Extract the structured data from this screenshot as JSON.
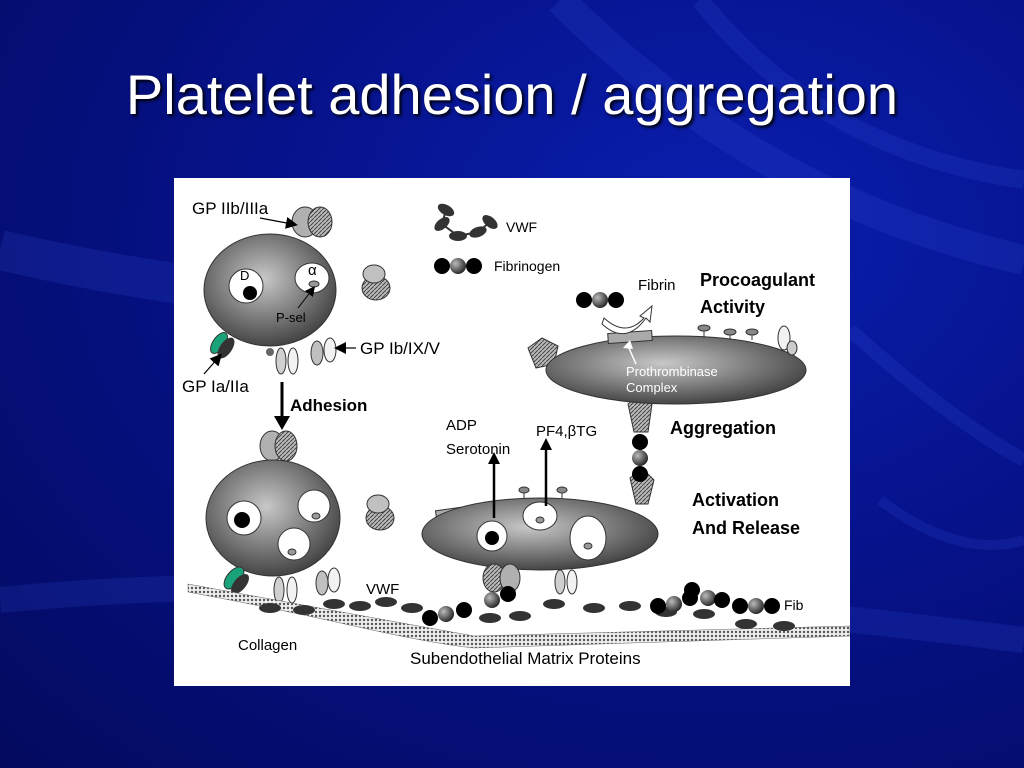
{
  "slide": {
    "title": "Platelet adhesion / aggregation"
  },
  "diagram": {
    "legend": {
      "vwf": "VWF",
      "fibrinogen": "Fibrinogen"
    },
    "labels": {
      "gp_iib_iiia": "GP IIb/IIIa",
      "dense_granule": "D",
      "alpha_granule": "α",
      "p_sel": "P-sel",
      "gp_ib_ix_v": "GP Ib/IX/V",
      "gp_ia_iia": "GP Ia/IIa",
      "adhesion": "Adhesion",
      "vwf_bottom": "VWF",
      "collagen": "Collagen",
      "subendothelial": "Subendothelial Matrix Proteins",
      "adp": "ADP",
      "serotonin": "Serotonin",
      "pf4": "PF4,βTG",
      "fibrin": "Fibrin",
      "procoagulant_1": "Procoagulant",
      "procoagulant_2": "Activity",
      "prothrombinase_1": "Prothrombinase",
      "prothrombinase_2": "Complex",
      "aggregation": "Aggregation",
      "activation_1": "Activation",
      "activation_2": "And Release",
      "fib": "Fib"
    },
    "colors": {
      "platelet_body": "#707070",
      "granule": "#ffffff",
      "green_receptor": "#1aa37a",
      "background_blue": "#06128a"
    }
  }
}
